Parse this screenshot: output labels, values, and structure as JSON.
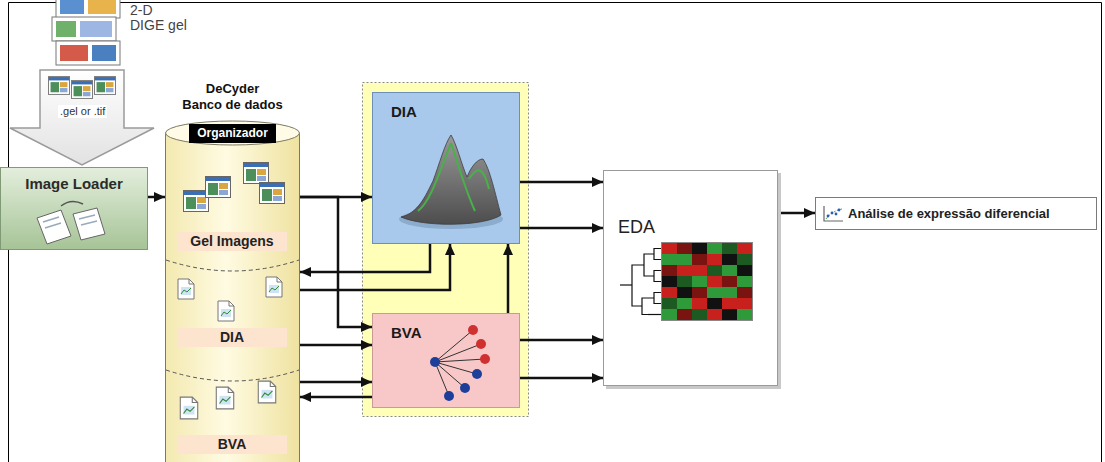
{
  "diagram": {
    "nodes": [
      {
        "text": [
          "Image Loader"
        ]
      },
      {
        "text": [
          "DeCyder",
          "Banco de dados",
          "Organizador"
        ]
      },
      {
        "text": [
          "Gel Imagens"
        ],
        "in": 1
      },
      {
        "text": [
          "DIA"
        ],
        "in": 1
      },
      {
        "text": [
          "BVA"
        ],
        "in": 1
      },
      {
        "text": [
          "DIA"
        ]
      },
      {
        "text": [
          "BVA"
        ]
      },
      {
        "text": [
          "EDA"
        ]
      },
      {
        "text": [
          "Análise de expressão diferencial"
        ]
      }
    ],
    "edges": [
      {
        "from": 0,
        "to": 2,
        "arrow": "to"
      },
      {
        "from": 2,
        "to": 5,
        "arrow": "to"
      },
      {
        "from": 2,
        "to": 6,
        "arrow": "to"
      },
      {
        "from": 5,
        "to": 3,
        "arrow": "to"
      },
      {
        "from": 3,
        "to": 5,
        "arrow": "to"
      },
      {
        "from": 3,
        "to": 6,
        "arrow": "to"
      },
      {
        "from": 4,
        "to": 6,
        "arrow": "to"
      },
      {
        "from": 6,
        "to": 4,
        "arrow": "to"
      },
      {
        "from": 6,
        "to": 5,
        "arrow": "to"
      },
      {
        "from": 5,
        "to": 7,
        "arrow": "to"
      },
      {
        "from": 5,
        "to": 7,
        "arrow": "to"
      },
      {
        "from": 6,
        "to": 7,
        "arrow": "to"
      },
      {
        "from": 6,
        "to": 7,
        "arrow": "to"
      },
      {
        "from": 7,
        "to": 8,
        "arrow": "to"
      }
    ],
    "labels": [
      "2-D DIGE gel",
      ".gel or .tif"
    ]
  }
}
